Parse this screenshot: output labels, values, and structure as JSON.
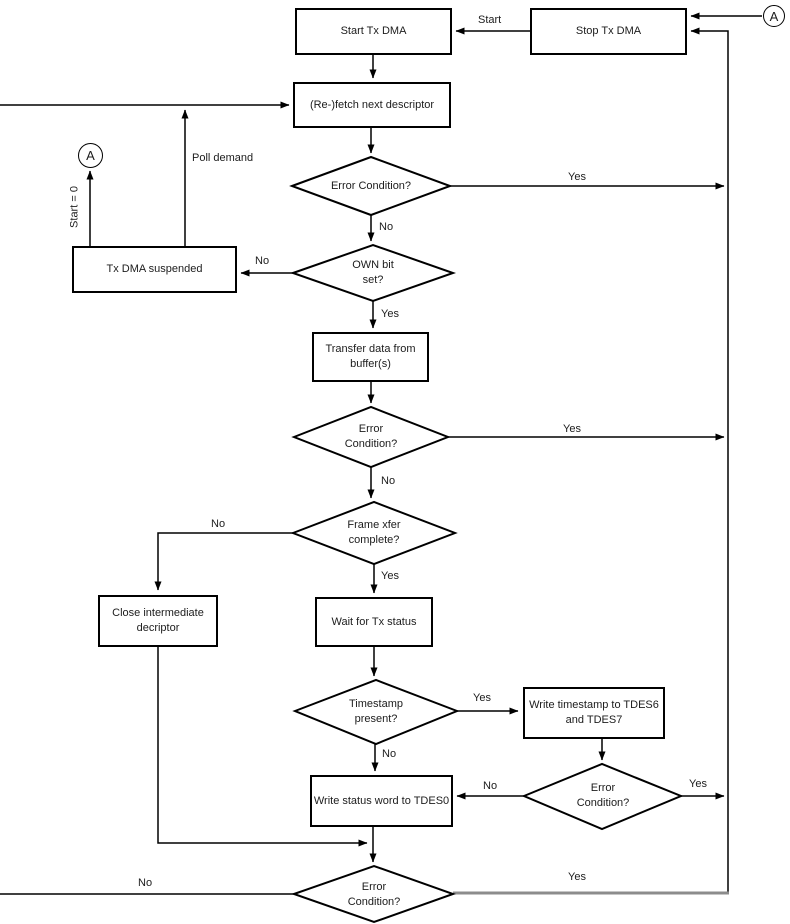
{
  "diagram": {
    "title": "Tx DMA flowchart",
    "nodes": {
      "start_tx_dma": "Start Tx DMA",
      "stop_tx_dma": "Stop Tx DMA",
      "refetch": "(Re-)fetch next descriptor",
      "error_condition_1": "Error Condition?",
      "own_bit": "OWN bit set?",
      "tx_dma_suspended": "Tx DMA suspended",
      "transfer_data": "Transfer data from buffer(s)",
      "error_condition_2": "Error Condition?",
      "frame_xfer": "Frame xfer complete?",
      "close_intermediate": "Close intermediate decriptor",
      "wait_tx_status": "Wait for Tx status",
      "timestamp_present": "Timestamp present?",
      "write_timestamp": "Write timestamp to TDES6 and TDES7",
      "error_condition_3": "Error Condition?",
      "write_status_word": "Write status word to TDES0",
      "error_condition_4": "Error Condition?",
      "connector_a_top": "A",
      "connector_a_left": "A"
    },
    "edge_labels": {
      "start": "Start",
      "poll_demand": "Poll demand",
      "start_eq_zero": "Start = 0",
      "error1_yes": "Yes",
      "error1_no": "No",
      "own_no": "No",
      "own_yes": "Yes",
      "error2_yes": "Yes",
      "error2_no": "No",
      "frame_no": "No",
      "frame_yes": "Yes",
      "timestamp_yes": "Yes",
      "timestamp_no": "No",
      "error3_no": "No",
      "error3_yes": "Yes",
      "error4_no": "No",
      "error4_yes": "Yes"
    },
    "colors": {
      "line": "#000000",
      "return_rail_segment": "#8c8c8c",
      "background": "#ffffff",
      "text": "#1c1c1c"
    }
  }
}
